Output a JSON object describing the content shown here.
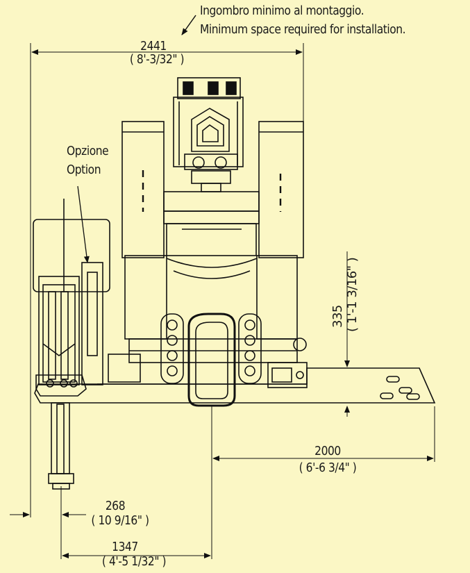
{
  "notes": {
    "it": "Ingombro minimo al montaggio.",
    "en": "Minimum space required for installation."
  },
  "option": {
    "it": "Opzione",
    "en": "Option"
  },
  "dimensions": {
    "overall_width": {
      "mm": "2441",
      "imperial": "( 8'-3/32\" )"
    },
    "height_offset": {
      "mm": "335",
      "imperial": "( 1'-1 3/16\" )"
    },
    "right_extent": {
      "mm": "2000",
      "imperial": "( 6'-6 3/4\" )"
    },
    "left_offset": {
      "mm": "268",
      "imperial": "( 10 9/16\" )"
    },
    "center_distance": {
      "mm": "1347",
      "imperial": "( 4'-5 1/32\" )"
    }
  },
  "colors": {
    "background": "#fbf7c5",
    "ink": "#111111"
  }
}
